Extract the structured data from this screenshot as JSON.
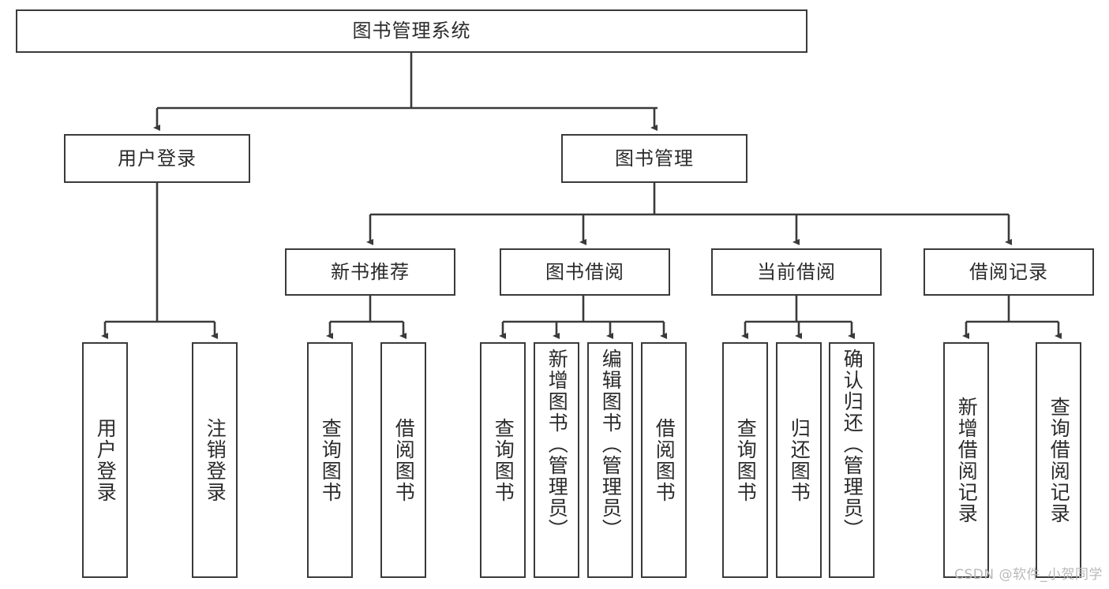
{
  "diagram": {
    "title": "图书管理系统",
    "type": "tree-hierarchy-chart",
    "root": {
      "id": "root",
      "label": "图书管理系统"
    },
    "level2": [
      {
        "id": "user-login",
        "label": "用户登录"
      },
      {
        "id": "book-management",
        "label": "图书管理"
      }
    ],
    "level3": [
      {
        "id": "new-book-recommend",
        "label": "新书推荐"
      },
      {
        "id": "book-borrow",
        "label": "图书借阅"
      },
      {
        "id": "current-borrow",
        "label": "当前借阅"
      },
      {
        "id": "borrow-record",
        "label": "借阅记录"
      }
    ],
    "leaves": {
      "user_login": [
        {
          "id": "leaf-user-login",
          "label": "用户登录"
        },
        {
          "id": "leaf-logout-login",
          "label": "注销登录"
        }
      ],
      "new_book_recommend": [
        {
          "id": "leaf-query-book-1",
          "label": "查询图书"
        },
        {
          "id": "leaf-borrow-book-1",
          "label": "借阅图书"
        }
      ],
      "book_borrow": [
        {
          "id": "leaf-query-book-2",
          "label": "查询图书"
        },
        {
          "id": "leaf-add-book",
          "label": "新增图书（管理员）"
        },
        {
          "id": "leaf-edit-book",
          "label": "编辑图书（管理员）"
        },
        {
          "id": "leaf-borrow-book-2",
          "label": "借阅图书"
        }
      ],
      "current_borrow": [
        {
          "id": "leaf-query-book-3",
          "label": "查询图书"
        },
        {
          "id": "leaf-return-book",
          "label": "归还图书"
        },
        {
          "id": "leaf-confirm-return",
          "label": "确认归还（管理员）"
        }
      ],
      "borrow_record": [
        {
          "id": "leaf-add-record",
          "label": "新增借阅记录"
        },
        {
          "id": "leaf-query-record",
          "label": "查询借阅记录"
        }
      ]
    }
  },
  "watermark": {
    "text": "CSDN @软件_小贺同学"
  },
  "colors": {
    "stroke": "#3a3a3a",
    "background": "#ffffff",
    "text": "#2b2b2b",
    "watermark": "#b9b9b9"
  }
}
